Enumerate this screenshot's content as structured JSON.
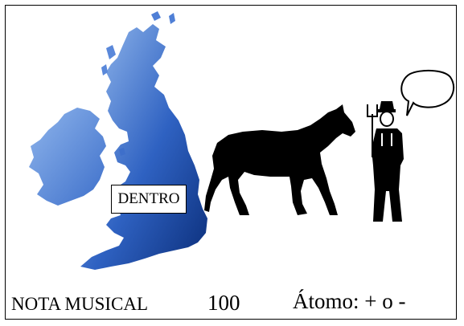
{
  "labels": {
    "dentro": "DENTRO",
    "nota_musical": "NOTA MUSICAL",
    "number": "100",
    "atomo": "Átomo: + o -"
  },
  "icons": {
    "map": "british-isles-map",
    "horse": "horse-silhouette",
    "farmer": "farmer-with-speech-bubble"
  },
  "colors": {
    "map_dark": "#0b2e7a",
    "map_light": "#6f9be0",
    "ink": "#000000"
  }
}
